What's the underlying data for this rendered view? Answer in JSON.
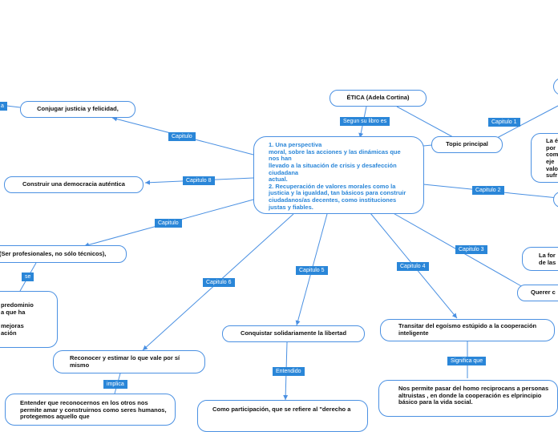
{
  "colors": {
    "line": "#4a90e2",
    "label_bg": "#2a86d8",
    "center_text": "#2a86d8"
  },
  "nodes": {
    "etica": "ÉTICA (Adela Cortina)",
    "center": "1. Una perspectiva\nmoral, sobre las acciones y las dinámicas que nos han\nllevado a la situación de crisis y desafección ciudadana\nactual.\n2. Recuperación de valores morales como la justicia y la igualdad, tan básicos para construir ciudadanos/as decentes, como instituciones justas y fiables.",
    "topic": "Topic principal",
    "conjugar": "Conjugar justicia y felicidad,",
    "democracia": "Construir una democracia auténtica",
    "profesionales": "(Ser profesionales, no sólo técnicos),",
    "predominio": "predominio\na que ha\n\nmejoras\nación",
    "reconocer": "Reconocer y estimar lo que vale por sí mismo",
    "entender": "Entender que reconocernos en los otros nos permite amar y construirnos como seres humanos, protegemos aquello que",
    "conquistar": "Conquistar solidariamente la libertad",
    "participacion": "Como participación, que se refiere al \"derecho a",
    "transitar": "Transitar del egoísmo estúpido a la cooperación inteligente",
    "permite": "Nos permite pasar del homo reciprocans a personas altruistas , en donde la cooperación es elprincipio básico para la vida social.",
    "querer": "Querer c",
    "forma": "La for\nde las",
    "right_text": "La é\npor \ncom\neje \nvalo\nsufr"
  },
  "labels": {
    "segun": "Segun su libro es",
    "cap1": "Capitulo 1",
    "cap2": "Capitulo 2",
    "cap3": "Capitulo 3",
    "cap4": "Capitulo 4",
    "cap5": "Capitulo 5",
    "cap6": "Capitulo 6",
    "cap8": "Capitulo 8",
    "cap_top": "Capitulo",
    "cap_mid": "Capitulo",
    "se": "se",
    "implica": "implica",
    "entendido": "Entendido",
    "significa": "Significa que",
    "left_a": "a"
  }
}
